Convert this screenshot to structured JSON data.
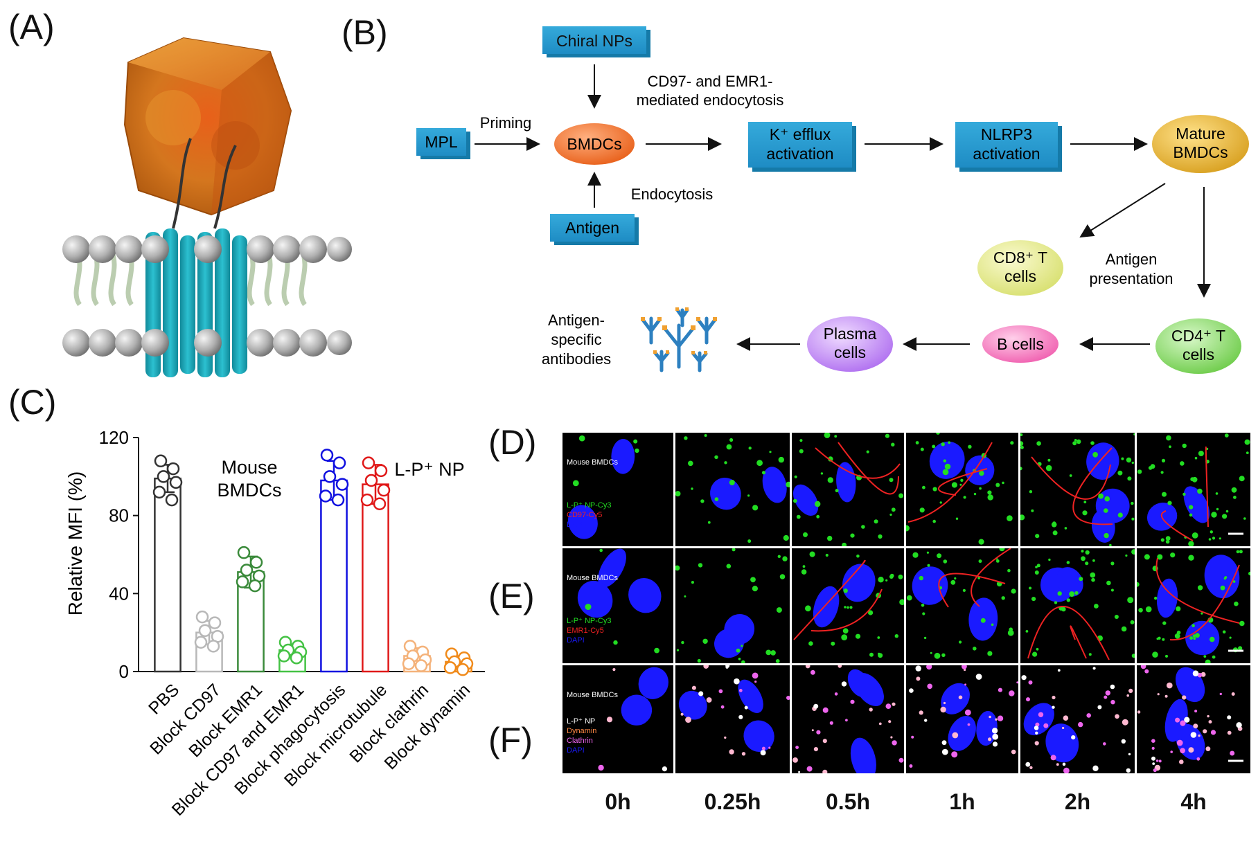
{
  "panels": {
    "A": "(A)",
    "B": "(B)",
    "C": "(C)",
    "D": "(D)",
    "E": "(E)",
    "F": "(F)"
  },
  "pathway": {
    "chiral_nps": "Chiral NPs",
    "mpl": "MPL",
    "priming": "Priming",
    "bmdcs": "BMDCs",
    "endocytosis_cd97_line1": "CD97- and EMR1-",
    "endocytosis_cd97_line2": "mediated endocytosis",
    "k_efflux_line1": "K⁺ efflux",
    "k_efflux_line2": "activation",
    "nlrp3_line1": "NLRP3",
    "nlrp3_line2": "activation",
    "mature_line1": "Mature",
    "mature_line2": "BMDCs",
    "endocytosis": "Endocytosis",
    "antigen": "Antigen",
    "cd8_line1": "CD8⁺ T",
    "cd8_line2": "cells",
    "antigen_presentation_line1": "Antigen",
    "antigen_presentation_line2": "presentation",
    "cd4_line1": "CD4⁺ T",
    "cd4_line2": "cells",
    "bcells": "B cells",
    "plasma_line1": "Plasma",
    "plasma_line2": "cells",
    "antibodies_line1": "Antigen-",
    "antibodies_line2": "specific",
    "antibodies_line3": "antibodies"
  },
  "chart_data": {
    "type": "bar",
    "ylabel": "Relative MFI (%)",
    "ylim": [
      0,
      120
    ],
    "yticks": [
      "0",
      "40",
      "80",
      "120"
    ],
    "annotation_1_line1": "Mouse",
    "annotation_1_line2": "BMDCs",
    "annotation_2": "L-P⁺ NP",
    "categories": [
      "PBS",
      "Block CD97",
      "Block EMR1",
      "Block CD97 and EMR1",
      "Block phagocytosis",
      "Block microtubule",
      "Block clathrin",
      "Block dynamin"
    ],
    "values": [
      99,
      20,
      51,
      11,
      98,
      96,
      8,
      5
    ],
    "errors": [
      7,
      6,
      8,
      3,
      10,
      10,
      4,
      3
    ],
    "colors": [
      "#333333",
      "#b8b8b8",
      "#3a8a3a",
      "#44c244",
      "#1010e0",
      "#e01818",
      "#f4b27a",
      "#f08a1a"
    ],
    "points": [
      [
        108,
        104,
        100,
        97,
        92,
        88
      ],
      [
        28,
        25,
        21,
        18,
        15,
        13
      ],
      [
        61,
        56,
        52,
        49,
        46,
        44
      ],
      [
        15,
        13,
        11,
        10,
        8,
        7
      ],
      [
        111,
        107,
        100,
        96,
        90,
        88
      ],
      [
        107,
        103,
        98,
        93,
        88,
        86
      ],
      [
        13,
        10,
        8,
        6,
        4,
        3
      ],
      [
        9,
        7,
        5,
        4,
        2,
        1
      ]
    ]
  },
  "microscopy": {
    "time_labels": [
      "0h",
      "0.25h",
      "0.5h",
      "1h",
      "2h",
      "4h"
    ],
    "row_D": {
      "title": "Mouse BMDCs",
      "ch1": "L-P⁺ NP-Cy3",
      "ch2": "CD97-Cy5",
      "ch3": "DAPI"
    },
    "row_E": {
      "title": "Mouse BMDCs",
      "ch1": "L-P⁺ NP-Cy3",
      "ch2": "EMR1-Cy5",
      "ch3": "DAPI"
    },
    "row_F": {
      "title": "Mouse BMDCs",
      "ch1": "L-P⁺ NP",
      "ch2": "Dynamin",
      "ch3": "Clathrin",
      "ch4": "DAPI"
    },
    "colors": {
      "green": "#22dd22",
      "red": "#ee2222",
      "blue": "#1a1aff",
      "white": "#ffffff",
      "orange": "#ff8844",
      "magenta": "#ee66ee",
      "pink": "#ffb8d0"
    }
  }
}
